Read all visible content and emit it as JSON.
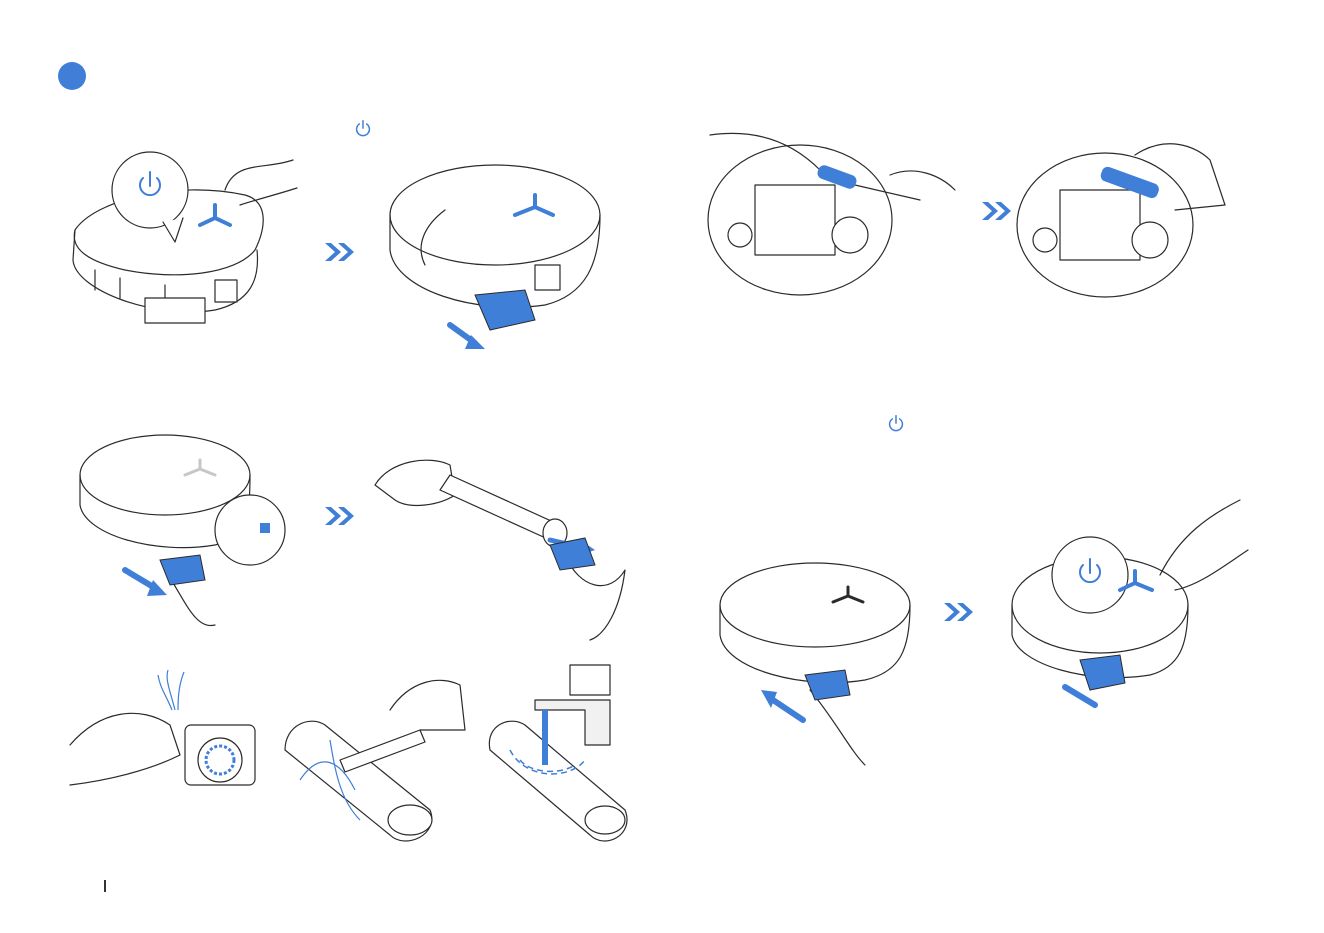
{
  "colors": {
    "accent": "#3f7fd8",
    "line": "#2b2b2b",
    "water": "#3f7fd8"
  },
  "icons": {
    "step_marker": "filled-circle",
    "power": "power-icon",
    "next_step": "double-chevron-right-icon"
  },
  "figures": [
    "press-power-button",
    "remove-dustbin",
    "remove-filter-from-dustbin",
    "tap-out-filter",
    "brush-filter",
    "clean-dustbin-interior",
    "rinse-dustbin",
    "clean-main-brush",
    "wipe-main-brush",
    "reinsert-dustbin",
    "press-power-button-again"
  ]
}
